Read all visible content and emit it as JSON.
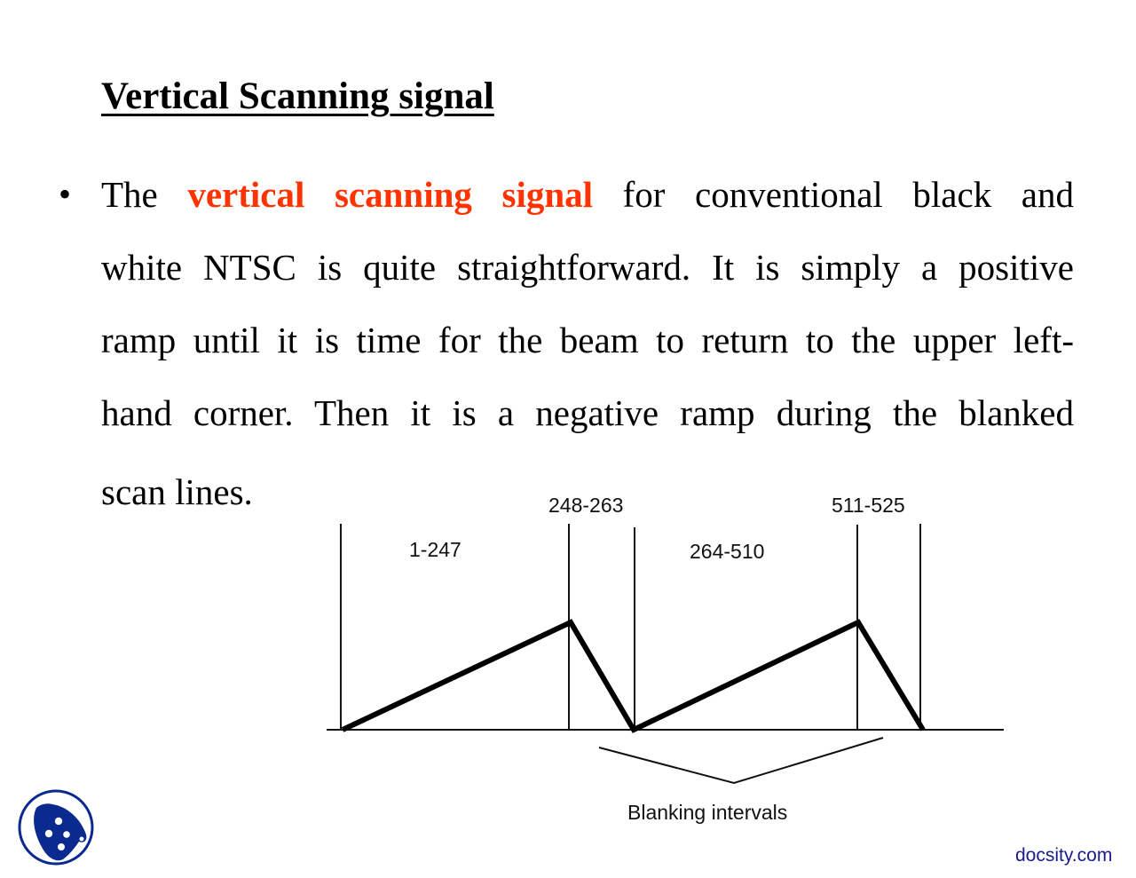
{
  "slide": {
    "title": "Vertical Scanning signal",
    "bullet": {
      "symbol": "•",
      "lines": [
        {
          "before": "The ",
          "highlight": "vertical scanning signal",
          "after": " for conventional black and"
        },
        {
          "text": "white NTSC is quite straightforward. It is simply a positive"
        },
        {
          "text": "ramp until it is time for the beam to return to the upper left-"
        },
        {
          "text": "hand corner. Then it is a negative ramp during the blanked"
        },
        {
          "text": "scan lines."
        }
      ],
      "highlight_color": "#ff3300"
    }
  },
  "diagram": {
    "type": "sawtooth-waveform",
    "labels": {
      "segment_1": "1-247",
      "segment_2": "248-263",
      "segment_3": "264-510",
      "segment_4": "511-525",
      "bracket": "Blanking intervals"
    }
  },
  "branding": {
    "logo_icon": "docsity-logo-icon",
    "logo_color": "#0a2a8f",
    "watermark": "docsity.com",
    "watermark_color": "#1a1a8c"
  }
}
